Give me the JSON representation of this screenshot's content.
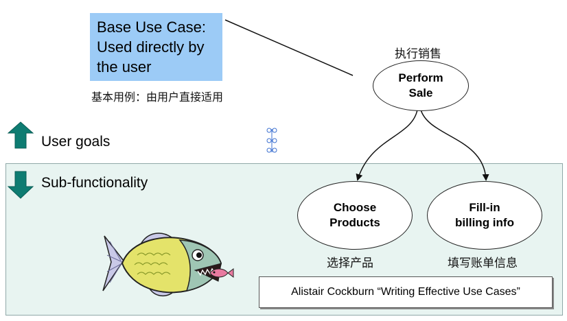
{
  "callout": {
    "lines": [
      "Base Use Case:",
      "Used directly by",
      "the user"
    ],
    "cn_note": "基本用例：由用户直接适用"
  },
  "levels": {
    "user_goals": "User goals",
    "sub_functionality": "Sub-functionality"
  },
  "use_cases": {
    "perform_sale": {
      "cn": "执行销售",
      "lines": [
        "Perform",
        "Sale"
      ]
    },
    "choose_products": {
      "cn": "选择产品",
      "lines": [
        "Choose",
        "Products"
      ]
    },
    "fill_in_billing": {
      "cn": "填写账单信息",
      "lines": [
        "Fill-in",
        "billing info"
      ]
    }
  },
  "citation": "Alistair Cockburn “Writing Effective Use Cases”",
  "icons": {
    "up_arrow": "up-arrow-icon",
    "down_arrow": "down-arrow-icon",
    "fish": "fish-clipart-icon",
    "resize_handle": "resize-handle-icon"
  },
  "colors": {
    "callout_fill": "#9ccbf6",
    "panel_fill": "#e8f4f1",
    "arrow_fill": "#0e7c72"
  }
}
